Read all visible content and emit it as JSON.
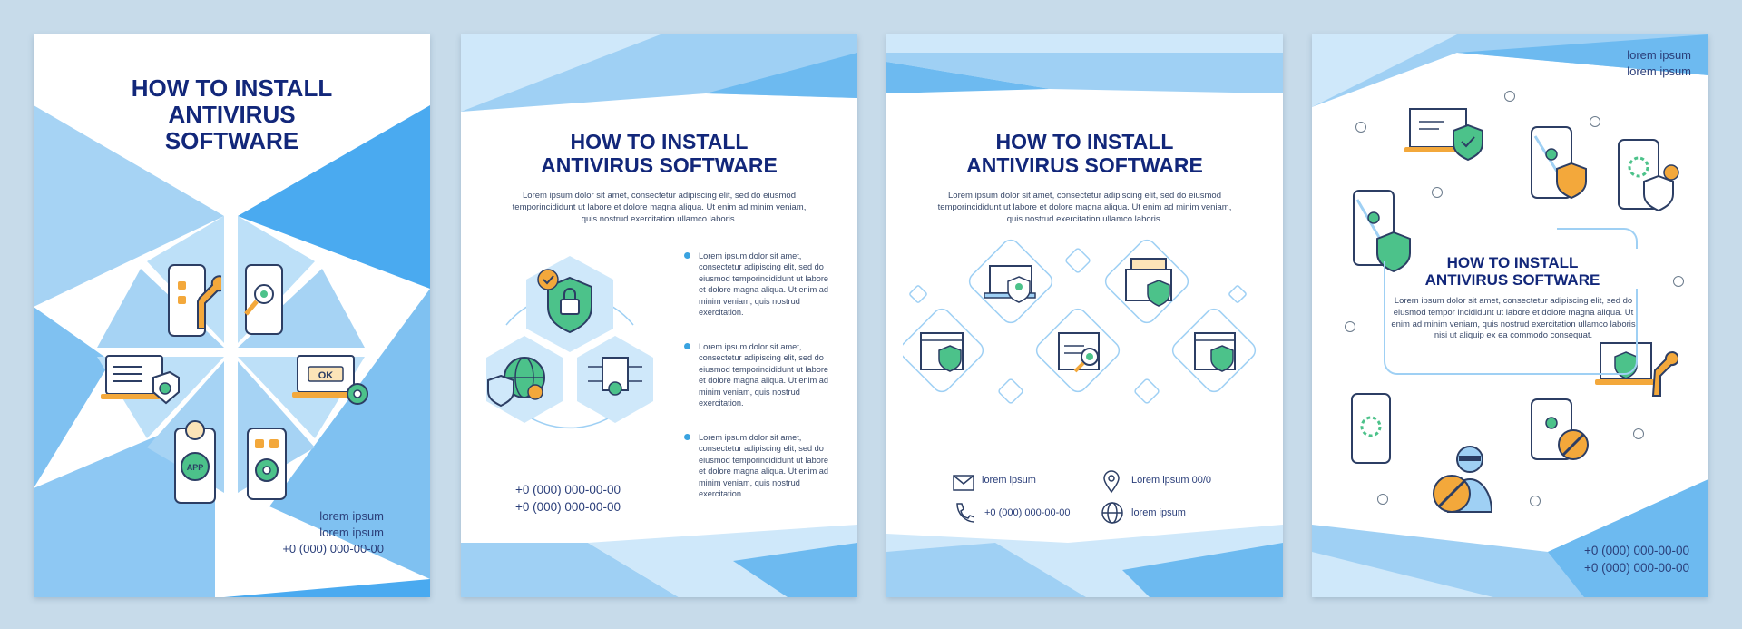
{
  "brochure": {
    "title_line1": "HOW TO INSTALL",
    "title_line2": "ANTIVIRUS",
    "title_line3": "SOFTWARE",
    "title_2lines_1": "HOW TO INSTALL",
    "title_2lines_2": "ANTIVIRUS SOFTWARE"
  },
  "panel1": {
    "contact_1": "lorem ipsum",
    "contact_2": "lorem ipsum",
    "contact_3": "+0 (000) 000-00-00"
  },
  "panel2": {
    "intro": "Lorem ipsum dolor sit amet, consectetur adipiscing elit, sed do eiusmod temporincididunt ut labore et dolore magna aliqua. Ut enim ad minim veniam, quis nostrud exercitation ullamco laboris.",
    "bullets": [
      "Lorem ipsum dolor sit amet, consectetur adipiscing elit, sed do eiusmod temporincididunt ut labore et dolore magna aliqua. Ut enim ad minim veniam, quis nostrud exercitation.",
      "Lorem ipsum dolor sit amet, consectetur adipiscing elit, sed do eiusmod temporincididunt ut labore et dolore magna aliqua. Ut enim ad minim veniam, quis nostrud exercitation.",
      "Lorem ipsum dolor sit amet, consectetur adipiscing elit, sed do eiusmod temporincididunt ut labore et dolore magna aliqua. Ut enim ad minim veniam, quis nostrud exercitation."
    ],
    "phone_1": "+0 (000) 000-00-00",
    "phone_2": "+0 (000) 000-00-00"
  },
  "panel3": {
    "intro": "Lorem ipsum dolor sit amet, consectetur adipiscing elit, sed do eiusmod temporincididunt ut labore et dolore magna aliqua. Ut enim ad minim veniam, quis nostrud exercitation ullamco laboris.",
    "email": "lorem ipsum",
    "location": "Lorem ipsum 00/0",
    "phone": "+0 (000) 000-00-00",
    "website": "lorem ipsum"
  },
  "panel4": {
    "top_1": "lorem ipsum",
    "top_2": "lorem ipsum",
    "body": "Lorem ipsum dolor sit amet, consectetur adipiscing elit, sed do eiusmod tempor incididunt ut labore et dolore magna aliqua. Ut enim ad minim veniam, quis nostrud exercitation ullamco laboris nisi ut aliquip ex ea commodo consequat.",
    "phone_1": "+0 (000) 000-00-00",
    "phone_2": "+0 (000) 000-00-00"
  },
  "colors": {
    "navy": "#12277a",
    "sky": "#9fd0f4",
    "sky_dark": "#57b2ee",
    "sky_light": "#cfe8fa",
    "green": "#4cc28a",
    "orange": "#f3a83b"
  }
}
